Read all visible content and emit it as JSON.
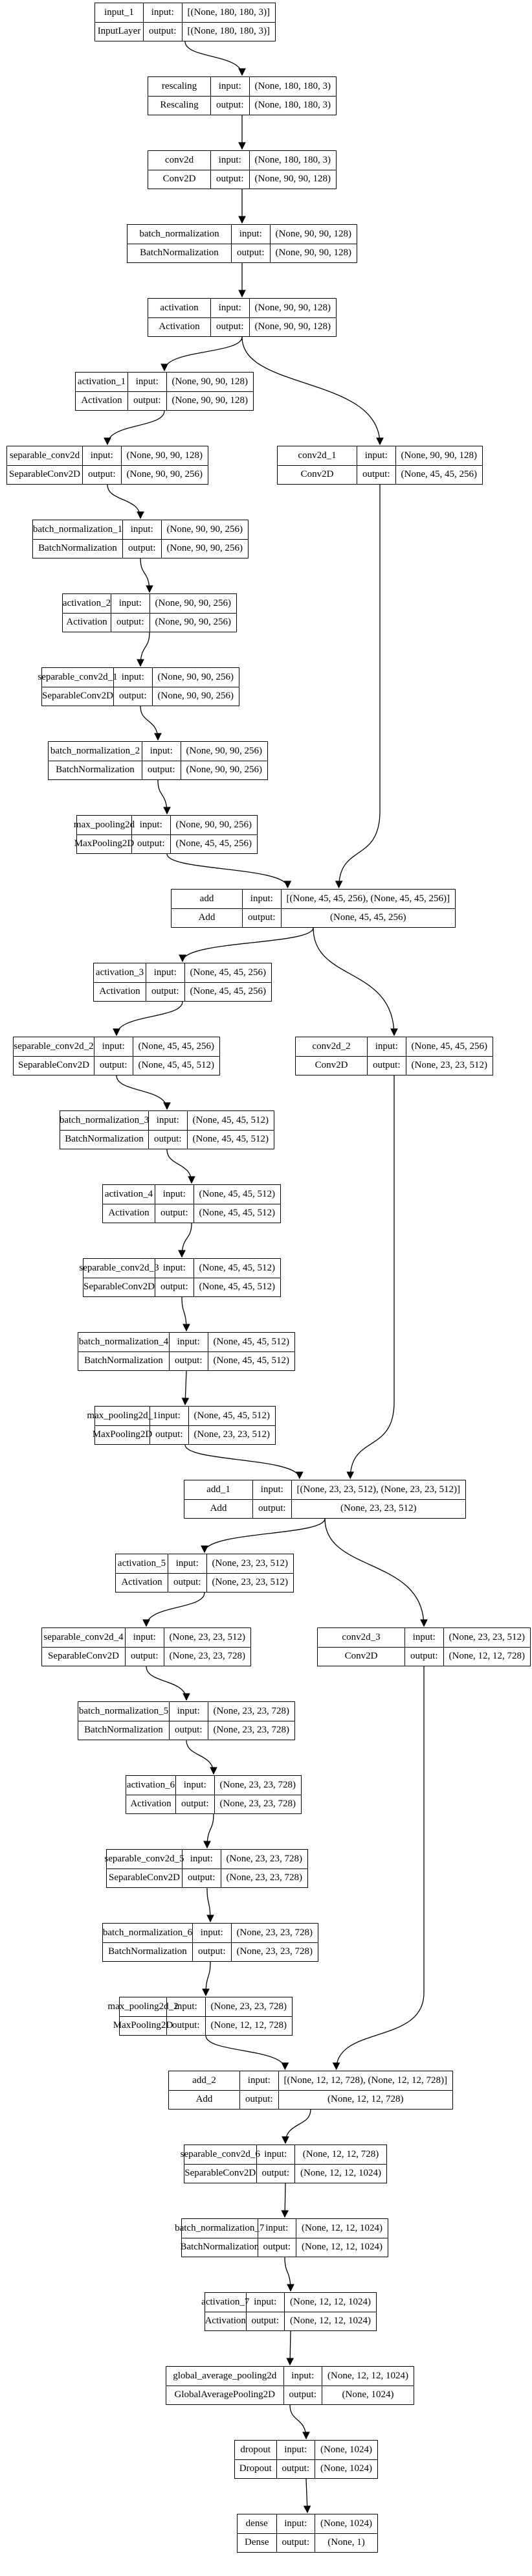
{
  "diagram": {
    "layers": [
      {
        "id": "input_1",
        "name": "input_1",
        "class": "InputLayer",
        "in_label": "input:",
        "in": "[(None, 180, 180, 3)]",
        "out_label": "output:",
        "out": "[(None, 180, 180, 3)]"
      },
      {
        "id": "rescaling",
        "name": "rescaling",
        "class": "Rescaling",
        "in_label": "input:",
        "in": "(None, 180, 180, 3)",
        "out_label": "output:",
        "out": "(None, 180, 180, 3)"
      },
      {
        "id": "conv2d",
        "name": "conv2d",
        "class": "Conv2D",
        "in_label": "input:",
        "in": "(None, 180, 180, 3)",
        "out_label": "output:",
        "out": "(None, 90, 90, 128)"
      },
      {
        "id": "batch_normalization",
        "name": "batch_normalization",
        "class": "BatchNormalization",
        "in_label": "input:",
        "in": "(None, 90, 90, 128)",
        "out_label": "output:",
        "out": "(None, 90, 90, 128)"
      },
      {
        "id": "activation",
        "name": "activation",
        "class": "Activation",
        "in_label": "input:",
        "in": "(None, 90, 90, 128)",
        "out_label": "output:",
        "out": "(None, 90, 90, 128)"
      },
      {
        "id": "activation_1",
        "name": "activation_1",
        "class": "Activation",
        "in_label": "input:",
        "in": "(None, 90, 90, 128)",
        "out_label": "output:",
        "out": "(None, 90, 90, 128)"
      },
      {
        "id": "separable_conv2d",
        "name": "separable_conv2d",
        "class": "SeparableConv2D",
        "in_label": "input:",
        "in": "(None, 90, 90, 128)",
        "out_label": "output:",
        "out": "(None, 90, 90, 256)"
      },
      {
        "id": "conv2d_1",
        "name": "conv2d_1",
        "class": "Conv2D",
        "in_label": "input:",
        "in": "(None, 90, 90, 128)",
        "out_label": "output:",
        "out": "(None, 45, 45, 256)"
      },
      {
        "id": "batch_normalization_1",
        "name": "batch_normalization_1",
        "class": "BatchNormalization",
        "in_label": "input:",
        "in": "(None, 90, 90, 256)",
        "out_label": "output:",
        "out": "(None, 90, 90, 256)"
      },
      {
        "id": "activation_2",
        "name": "activation_2",
        "class": "Activation",
        "in_label": "input:",
        "in": "(None, 90, 90, 256)",
        "out_label": "output:",
        "out": "(None, 90, 90, 256)"
      },
      {
        "id": "separable_conv2d_1",
        "name": "separable_conv2d_1",
        "class": "SeparableConv2D",
        "in_label": "input:",
        "in": "(None, 90, 90, 256)",
        "out_label": "output:",
        "out": "(None, 90, 90, 256)"
      },
      {
        "id": "batch_normalization_2",
        "name": "batch_normalization_2",
        "class": "BatchNormalization",
        "in_label": "input:",
        "in": "(None, 90, 90, 256)",
        "out_label": "output:",
        "out": "(None, 90, 90, 256)"
      },
      {
        "id": "max_pooling2d",
        "name": "max_pooling2d",
        "class": "MaxPooling2D",
        "in_label": "input:",
        "in": "(None, 90, 90, 256)",
        "out_label": "output:",
        "out": "(None, 45, 45, 256)"
      },
      {
        "id": "add",
        "name": "add",
        "class": "Add",
        "in_label": "input:",
        "in": "[(None, 45, 45, 256), (None, 45, 45, 256)]",
        "out_label": "output:",
        "out": "(None, 45, 45, 256)"
      },
      {
        "id": "activation_3",
        "name": "activation_3",
        "class": "Activation",
        "in_label": "input:",
        "in": "(None, 45, 45, 256)",
        "out_label": "output:",
        "out": "(None, 45, 45, 256)"
      },
      {
        "id": "separable_conv2d_2",
        "name": "separable_conv2d_2",
        "class": "SeparableConv2D",
        "in_label": "input:",
        "in": "(None, 45, 45, 256)",
        "out_label": "output:",
        "out": "(None, 45, 45, 512)"
      },
      {
        "id": "conv2d_2",
        "name": "conv2d_2",
        "class": "Conv2D",
        "in_label": "input:",
        "in": "(None, 45, 45, 256)",
        "out_label": "output:",
        "out": "(None, 23, 23, 512)"
      },
      {
        "id": "batch_normalization_3",
        "name": "batch_normalization_3",
        "class": "BatchNormalization",
        "in_label": "input:",
        "in": "(None, 45, 45, 512)",
        "out_label": "output:",
        "out": "(None, 45, 45, 512)"
      },
      {
        "id": "activation_4",
        "name": "activation_4",
        "class": "Activation",
        "in_label": "input:",
        "in": "(None, 45, 45, 512)",
        "out_label": "output:",
        "out": "(None, 45, 45, 512)"
      },
      {
        "id": "separable_conv2d_3",
        "name": "separable_conv2d_3",
        "class": "SeparableConv2D",
        "in_label": "input:",
        "in": "(None, 45, 45, 512)",
        "out_label": "output:",
        "out": "(None, 45, 45, 512)"
      },
      {
        "id": "batch_normalization_4",
        "name": "batch_normalization_4",
        "class": "BatchNormalization",
        "in_label": "input:",
        "in": "(None, 45, 45, 512)",
        "out_label": "output:",
        "out": "(None, 45, 45, 512)"
      },
      {
        "id": "max_pooling2d_1",
        "name": "max_pooling2d_1",
        "class": "MaxPooling2D",
        "in_label": "input:",
        "in": "(None, 45, 45, 512)",
        "out_label": "output:",
        "out": "(None, 23, 23, 512)"
      },
      {
        "id": "add_1",
        "name": "add_1",
        "class": "Add",
        "in_label": "input:",
        "in": "[(None, 23, 23, 512), (None, 23, 23, 512)]",
        "out_label": "output:",
        "out": "(None, 23, 23, 512)"
      },
      {
        "id": "activation_5",
        "name": "activation_5",
        "class": "Activation",
        "in_label": "input:",
        "in": "(None, 23, 23, 512)",
        "out_label": "output:",
        "out": "(None, 23, 23, 512)"
      },
      {
        "id": "separable_conv2d_4",
        "name": "separable_conv2d_4",
        "class": "SeparableConv2D",
        "in_label": "input:",
        "in": "(None, 23, 23, 512)",
        "out_label": "output:",
        "out": "(None, 23, 23, 728)"
      },
      {
        "id": "conv2d_3",
        "name": "conv2d_3",
        "class": "Conv2D",
        "in_label": "input:",
        "in": "(None, 23, 23, 512)",
        "out_label": "output:",
        "out": "(None, 12, 12, 728)"
      },
      {
        "id": "batch_normalization_5",
        "name": "batch_normalization_5",
        "class": "BatchNormalization",
        "in_label": "input:",
        "in": "(None, 23, 23, 728)",
        "out_label": "output:",
        "out": "(None, 23, 23, 728)"
      },
      {
        "id": "activation_6",
        "name": "activation_6",
        "class": "Activation",
        "in_label": "input:",
        "in": "(None, 23, 23, 728)",
        "out_label": "output:",
        "out": "(None, 23, 23, 728)"
      },
      {
        "id": "separable_conv2d_5",
        "name": "separable_conv2d_5",
        "class": "SeparableConv2D",
        "in_label": "input:",
        "in": "(None, 23, 23, 728)",
        "out_label": "output:",
        "out": "(None, 23, 23, 728)"
      },
      {
        "id": "batch_normalization_6",
        "name": "batch_normalization_6",
        "class": "BatchNormalization",
        "in_label": "input:",
        "in": "(None, 23, 23, 728)",
        "out_label": "output:",
        "out": "(None, 23, 23, 728)"
      },
      {
        "id": "max_pooling2d_2",
        "name": "max_pooling2d_2",
        "class": "MaxPooling2D",
        "in_label": "input:",
        "in": "(None, 23, 23, 728)",
        "out_label": "output:",
        "out": "(None, 12, 12, 728)"
      },
      {
        "id": "add_2",
        "name": "add_2",
        "class": "Add",
        "in_label": "input:",
        "in": "[(None, 12, 12, 728), (None, 12, 12, 728)]",
        "out_label": "output:",
        "out": "(None, 12, 12, 728)"
      },
      {
        "id": "separable_conv2d_6",
        "name": "separable_conv2d_6",
        "class": "SeparableConv2D",
        "in_label": "input:",
        "in": "(None, 12, 12, 728)",
        "out_label": "output:",
        "out": "(None, 12, 12, 1024)"
      },
      {
        "id": "batch_normalization_7",
        "name": "batch_normalization_7",
        "class": "BatchNormalization",
        "in_label": "input:",
        "in": "(None, 12, 12, 1024)",
        "out_label": "output:",
        "out": "(None, 12, 12, 1024)"
      },
      {
        "id": "activation_7",
        "name": "activation_7",
        "class": "Activation",
        "in_label": "input:",
        "in": "(None, 12, 12, 1024)",
        "out_label": "output:",
        "out": "(None, 12, 12, 1024)"
      },
      {
        "id": "global_average_pooling2d",
        "name": "global_average_pooling2d",
        "class": "GlobalAveragePooling2D",
        "in_label": "input:",
        "in": "(None, 12, 12, 1024)",
        "out_label": "output:",
        "out": "(None, 1024)"
      },
      {
        "id": "dropout",
        "name": "dropout",
        "class": "Dropout",
        "in_label": "input:",
        "in": "(None, 1024)",
        "out_label": "output:",
        "out": "(None, 1024)"
      },
      {
        "id": "dense",
        "name": "dense",
        "class": "Dense",
        "in_label": "input:",
        "in": "(None, 1024)",
        "out_label": "output:",
        "out": "(None, 1)"
      }
    ],
    "edges": [
      [
        "input_1",
        "rescaling"
      ],
      [
        "rescaling",
        "conv2d"
      ],
      [
        "conv2d",
        "batch_normalization"
      ],
      [
        "batch_normalization",
        "activation"
      ],
      [
        "activation",
        "activation_1"
      ],
      [
        "activation",
        "conv2d_1"
      ],
      [
        "activation_1",
        "separable_conv2d"
      ],
      [
        "separable_conv2d",
        "batch_normalization_1"
      ],
      [
        "batch_normalization_1",
        "activation_2"
      ],
      [
        "activation_2",
        "separable_conv2d_1"
      ],
      [
        "separable_conv2d_1",
        "batch_normalization_2"
      ],
      [
        "batch_normalization_2",
        "max_pooling2d"
      ],
      [
        "max_pooling2d",
        "add"
      ],
      [
        "conv2d_1",
        "add"
      ],
      [
        "add",
        "activation_3"
      ],
      [
        "add",
        "conv2d_2"
      ],
      [
        "activation_3",
        "separable_conv2d_2"
      ],
      [
        "separable_conv2d_2",
        "batch_normalization_3"
      ],
      [
        "batch_normalization_3",
        "activation_4"
      ],
      [
        "activation_4",
        "separable_conv2d_3"
      ],
      [
        "separable_conv2d_3",
        "batch_normalization_4"
      ],
      [
        "batch_normalization_4",
        "max_pooling2d_1"
      ],
      [
        "max_pooling2d_1",
        "add_1"
      ],
      [
        "conv2d_2",
        "add_1"
      ],
      [
        "add_1",
        "activation_5"
      ],
      [
        "add_1",
        "conv2d_3"
      ],
      [
        "activation_5",
        "separable_conv2d_4"
      ],
      [
        "separable_conv2d_4",
        "batch_normalization_5"
      ],
      [
        "batch_normalization_5",
        "activation_6"
      ],
      [
        "activation_6",
        "separable_conv2d_5"
      ],
      [
        "separable_conv2d_5",
        "batch_normalization_6"
      ],
      [
        "batch_normalization_6",
        "max_pooling2d_2"
      ],
      [
        "max_pooling2d_2",
        "add_2"
      ],
      [
        "conv2d_3",
        "add_2"
      ],
      [
        "add_2",
        "separable_conv2d_6"
      ],
      [
        "separable_conv2d_6",
        "batch_normalization_7"
      ],
      [
        "batch_normalization_7",
        "activation_7"
      ],
      [
        "activation_7",
        "global_average_pooling2d"
      ],
      [
        "global_average_pooling2d",
        "dropout"
      ],
      [
        "dropout",
        "dense"
      ]
    ]
  }
}
